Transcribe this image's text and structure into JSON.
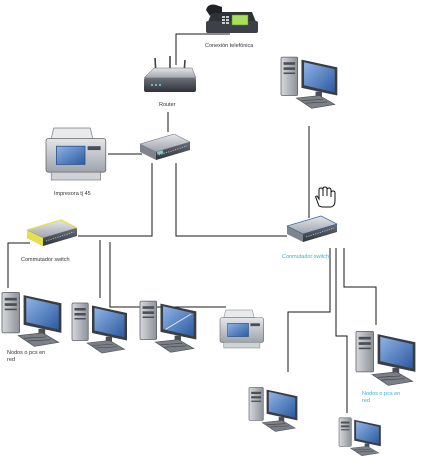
{
  "labels": {
    "phone": "Conexión telefónica",
    "router": "Router",
    "printer_top": "Impresora tj 45",
    "switch_left": "Commutador switch",
    "switch_right": "Conmutador switch",
    "nodes_left": [
      "Nodos o pcs en",
      "red"
    ],
    "nodes_right": [
      "Nodos o pcs en",
      "red"
    ]
  },
  "colors": {
    "line": "#1a1a1a",
    "accent_label": "#3aaed8",
    "left_switch_stripe": "#e8e04a",
    "screen": "#4a78b8",
    "device_dark": "#555a63",
    "device_light": "#c9ccd1"
  },
  "icons": {
    "cursor": "hand-cursor-icon"
  }
}
